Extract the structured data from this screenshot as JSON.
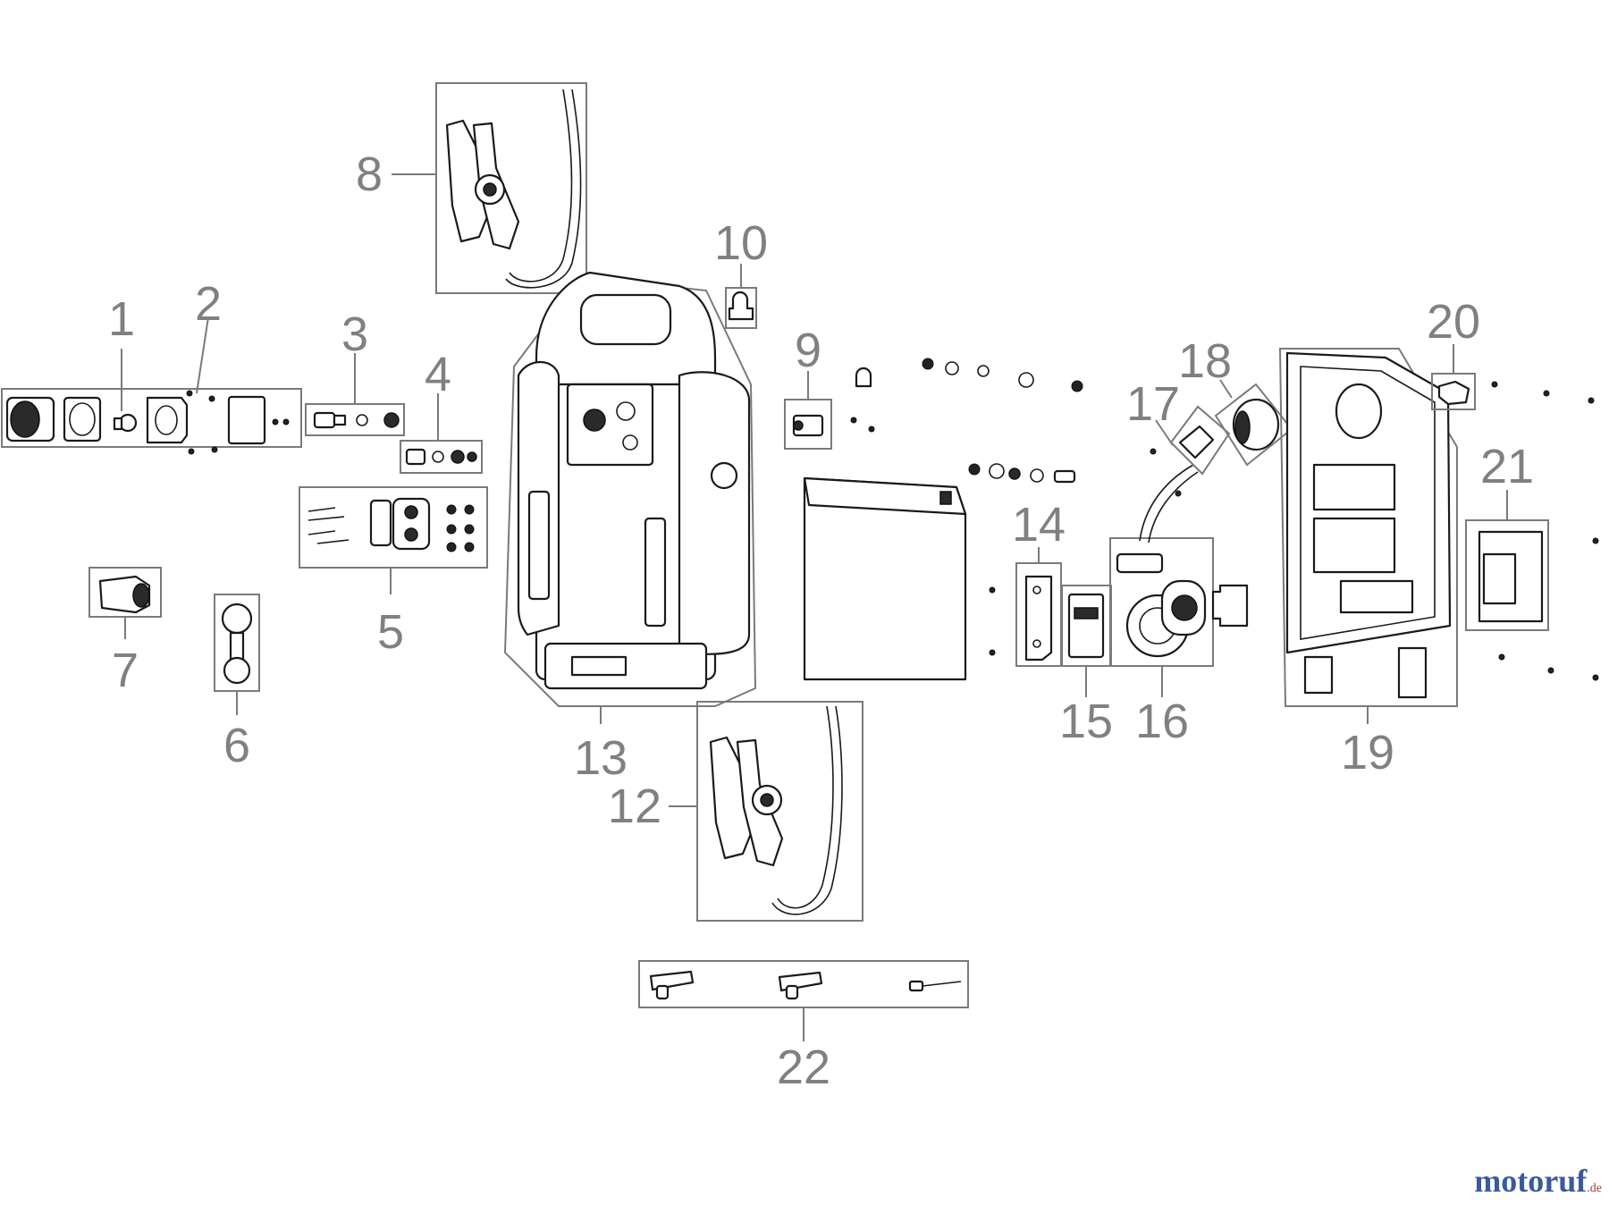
{
  "labels": {
    "p1": "1",
    "p2": "2",
    "p3": "3",
    "p4": "4",
    "p5": "5",
    "p6": "6",
    "p7": "7",
    "p8": "8",
    "p9": "9",
    "p10": "10",
    "p12": "12",
    "p13": "13",
    "p14": "14",
    "p15": "15",
    "p16": "16",
    "p17": "17",
    "p18": "18",
    "p19": "19",
    "p20": "20",
    "p21": "21",
    "p22": "22"
  },
  "watermark": {
    "brand": "motoruf",
    "suffix": ".de",
    "color": "#3a5a9a"
  }
}
